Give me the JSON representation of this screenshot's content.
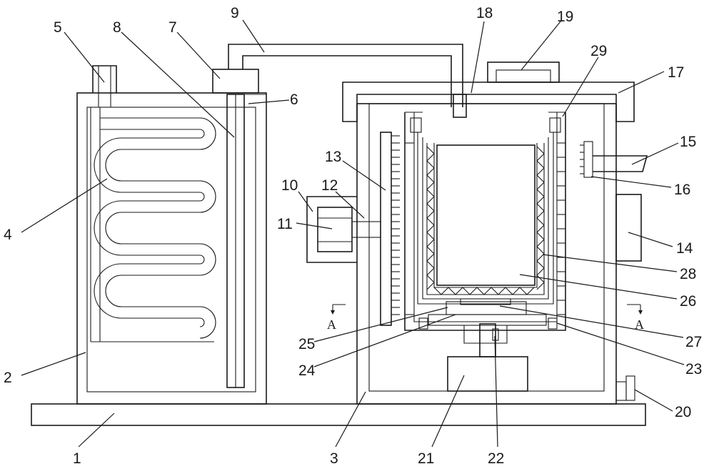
{
  "labels": [
    {
      "id": "1",
      "text": "1"
    },
    {
      "id": "2",
      "text": "2"
    },
    {
      "id": "3",
      "text": "3"
    },
    {
      "id": "4",
      "text": "4"
    },
    {
      "id": "5",
      "text": "5"
    },
    {
      "id": "6",
      "text": "6"
    },
    {
      "id": "7",
      "text": "7"
    },
    {
      "id": "8",
      "text": "8"
    },
    {
      "id": "9",
      "text": "9"
    },
    {
      "id": "10",
      "text": "10"
    },
    {
      "id": "11",
      "text": "11"
    },
    {
      "id": "12",
      "text": "12"
    },
    {
      "id": "13",
      "text": "13"
    },
    {
      "id": "14",
      "text": "14"
    },
    {
      "id": "15",
      "text": "15"
    },
    {
      "id": "16",
      "text": "16"
    },
    {
      "id": "17",
      "text": "17"
    },
    {
      "id": "18",
      "text": "18"
    },
    {
      "id": "19",
      "text": "19"
    },
    {
      "id": "20",
      "text": "20"
    },
    {
      "id": "21",
      "text": "21"
    },
    {
      "id": "22",
      "text": "22"
    },
    {
      "id": "23",
      "text": "23"
    },
    {
      "id": "24",
      "text": "24"
    },
    {
      "id": "25",
      "text": "25"
    },
    {
      "id": "26",
      "text": "26"
    },
    {
      "id": "27",
      "text": "27"
    },
    {
      "id": "28",
      "text": "28"
    },
    {
      "id": "29",
      "text": "29"
    }
  ],
  "section_marks": [
    {
      "id": "left",
      "text": "A"
    },
    {
      "id": "right",
      "text": "A"
    }
  ]
}
